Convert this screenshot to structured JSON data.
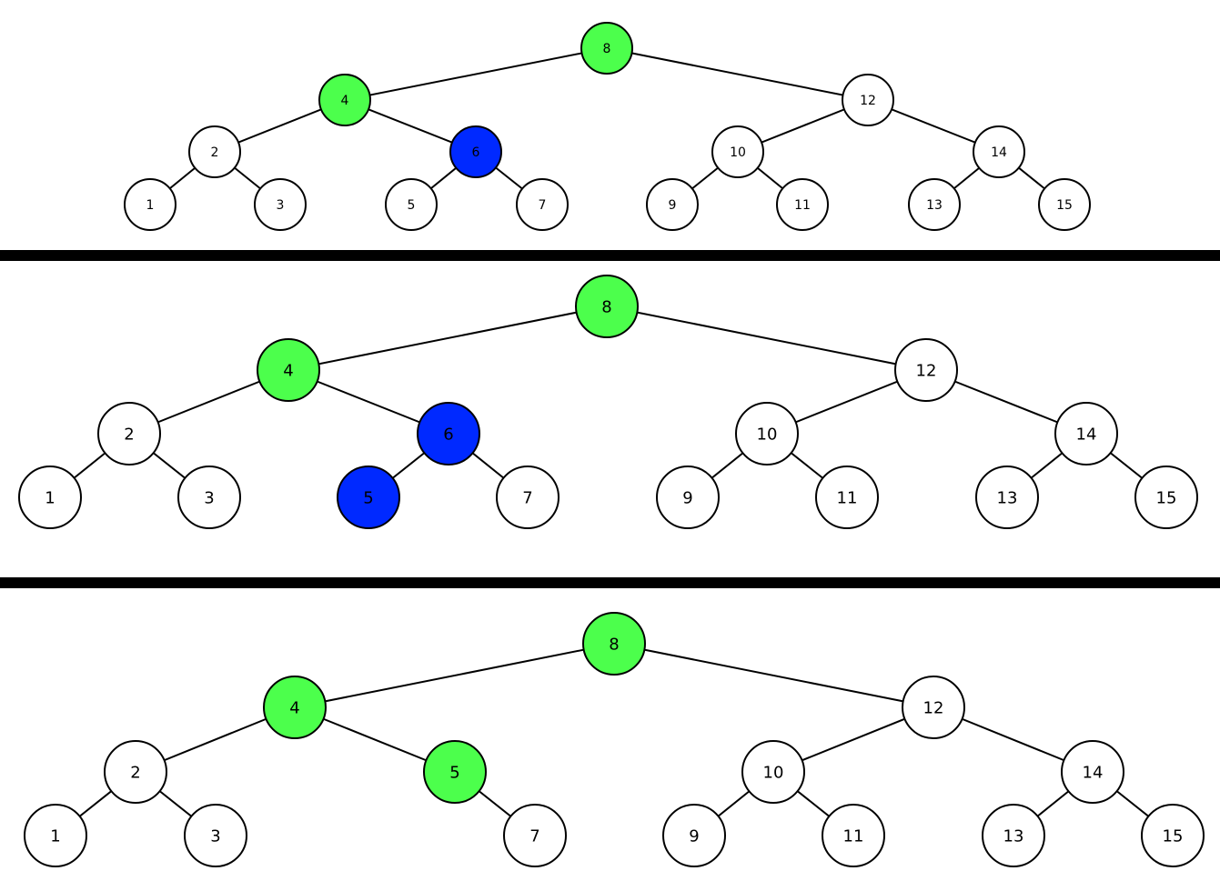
{
  "colors": {
    "green": "#4cff4c",
    "blue": "#0029ff",
    "white": "#ffffff",
    "stroke": "#000000"
  },
  "panels": [
    {
      "nodes": [
        {
          "key": "8",
          "label": "8",
          "fill": "green"
        },
        {
          "key": "4",
          "label": "4",
          "fill": "green"
        },
        {
          "key": "12",
          "label": "12",
          "fill": "white"
        },
        {
          "key": "2",
          "label": "2",
          "fill": "white"
        },
        {
          "key": "6",
          "label": "6",
          "fill": "blue"
        },
        {
          "key": "10",
          "label": "10",
          "fill": "white"
        },
        {
          "key": "14",
          "label": "14",
          "fill": "white"
        },
        {
          "key": "1",
          "label": "1",
          "fill": "white"
        },
        {
          "key": "3",
          "label": "3",
          "fill": "white"
        },
        {
          "key": "5",
          "label": "5",
          "fill": "white"
        },
        {
          "key": "7",
          "label": "7",
          "fill": "white"
        },
        {
          "key": "9",
          "label": "9",
          "fill": "white"
        },
        {
          "key": "11",
          "label": "11",
          "fill": "white"
        },
        {
          "key": "13",
          "label": "13",
          "fill": "white"
        },
        {
          "key": "15",
          "label": "15",
          "fill": "white"
        }
      ],
      "edges": [
        [
          "8",
          "4"
        ],
        [
          "8",
          "12"
        ],
        [
          "4",
          "2"
        ],
        [
          "4",
          "6"
        ],
        [
          "12",
          "10"
        ],
        [
          "12",
          "14"
        ],
        [
          "2",
          "1"
        ],
        [
          "2",
          "3"
        ],
        [
          "6",
          "5"
        ],
        [
          "6",
          "7"
        ],
        [
          "10",
          "9"
        ],
        [
          "10",
          "11"
        ],
        [
          "14",
          "13"
        ],
        [
          "14",
          "15"
        ]
      ]
    },
    {
      "nodes": [
        {
          "key": "8",
          "label": "8",
          "fill": "green"
        },
        {
          "key": "4",
          "label": "4",
          "fill": "green"
        },
        {
          "key": "12",
          "label": "12",
          "fill": "white"
        },
        {
          "key": "2",
          "label": "2",
          "fill": "white"
        },
        {
          "key": "6",
          "label": "6",
          "fill": "blue"
        },
        {
          "key": "10",
          "label": "10",
          "fill": "white"
        },
        {
          "key": "14",
          "label": "14",
          "fill": "white"
        },
        {
          "key": "1",
          "label": "1",
          "fill": "white"
        },
        {
          "key": "3",
          "label": "3",
          "fill": "white"
        },
        {
          "key": "5",
          "label": "5",
          "fill": "blue"
        },
        {
          "key": "7",
          "label": "7",
          "fill": "white"
        },
        {
          "key": "9",
          "label": "9",
          "fill": "white"
        },
        {
          "key": "11",
          "label": "11",
          "fill": "white"
        },
        {
          "key": "13",
          "label": "13",
          "fill": "white"
        },
        {
          "key": "15",
          "label": "15",
          "fill": "white"
        }
      ],
      "edges": [
        [
          "8",
          "4"
        ],
        [
          "8",
          "12"
        ],
        [
          "4",
          "2"
        ],
        [
          "4",
          "6"
        ],
        [
          "12",
          "10"
        ],
        [
          "12",
          "14"
        ],
        [
          "2",
          "1"
        ],
        [
          "2",
          "3"
        ],
        [
          "6",
          "5"
        ],
        [
          "6",
          "7"
        ],
        [
          "10",
          "9"
        ],
        [
          "10",
          "11"
        ],
        [
          "14",
          "13"
        ],
        [
          "14",
          "15"
        ]
      ]
    },
    {
      "nodes": [
        {
          "key": "8",
          "label": "8",
          "fill": "green"
        },
        {
          "key": "4",
          "label": "4",
          "fill": "green"
        },
        {
          "key": "12",
          "label": "12",
          "fill": "white"
        },
        {
          "key": "2",
          "label": "2",
          "fill": "white"
        },
        {
          "key": "5",
          "label": "5",
          "fill": "green"
        },
        {
          "key": "10",
          "label": "10",
          "fill": "white"
        },
        {
          "key": "14",
          "label": "14",
          "fill": "white"
        },
        {
          "key": "1",
          "label": "1",
          "fill": "white"
        },
        {
          "key": "3",
          "label": "3",
          "fill": "white"
        },
        {
          "key": "7",
          "label": "7",
          "fill": "white"
        },
        {
          "key": "9",
          "label": "9",
          "fill": "white"
        },
        {
          "key": "11",
          "label": "11",
          "fill": "white"
        },
        {
          "key": "13",
          "label": "13",
          "fill": "white"
        },
        {
          "key": "15",
          "label": "15",
          "fill": "white"
        }
      ],
      "edges": [
        [
          "8",
          "4"
        ],
        [
          "8",
          "12"
        ],
        [
          "4",
          "2"
        ],
        [
          "4",
          "5"
        ],
        [
          "12",
          "10"
        ],
        [
          "12",
          "14"
        ],
        [
          "2",
          "1"
        ],
        [
          "2",
          "3"
        ],
        [
          "5",
          "7"
        ],
        [
          "10",
          "9"
        ],
        [
          "10",
          "11"
        ],
        [
          "14",
          "13"
        ],
        [
          "14",
          "15"
        ]
      ]
    }
  ]
}
